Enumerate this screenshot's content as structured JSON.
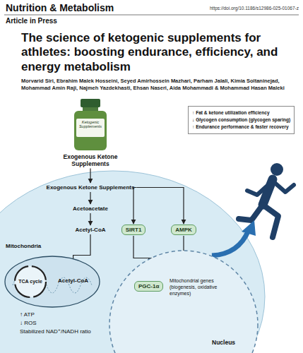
{
  "diagram": {
    "title": "The science of ketogenic supplements for athletes: boosting endurance, efficiency, and energy metabolism",
    "nodes": [
      {
        "text": [
          "Exogenous Ketone Supplements",
          "Ketogenic Supplements"
        ]
      },
      {
        "text": [
          "Exogenous Ketone Supplements"
        ]
      },
      {
        "text": [
          "Acetoacetate"
        ]
      },
      {
        "text": [
          "Acetyl-CoA"
        ]
      },
      {
        "text": [
          "Mitochondria"
        ]
      },
      {
        "text": [
          "TCA cycle"
        ],
        "in": 4
      },
      {
        "text": [
          "Acetyl-CoA"
        ],
        "in": 4
      },
      {
        "text": [
          "SIRT1"
        ]
      },
      {
        "text": [
          "AMPK"
        ]
      },
      {
        "text": [
          "Nucleus"
        ]
      },
      {
        "text": [
          "PGC-1α"
        ],
        "in": 9
      },
      {
        "text": [
          "Mitochondrial genes (biogenesis, oxidative enzymes)"
        ],
        "in": 9
      },
      {
        "text": [
          "↑ Fat & ketone utilization efficiency",
          "↓ Glycogen consumption (glycogen sparing)",
          "↑ Endurance performance & faster recovery"
        ]
      }
    ],
    "edges": [
      {
        "from": 0,
        "to": 1,
        "arrow": "to"
      },
      {
        "from": 1,
        "to": 2,
        "arrow": "to"
      },
      {
        "from": 2,
        "to": 3,
        "arrow": "to"
      },
      {
        "from": 3,
        "to": 6,
        "arrow": "to"
      },
      {
        "from": 1,
        "to": 7,
        "arrow": "to"
      },
      {
        "from": 1,
        "to": 8,
        "arrow": "to"
      },
      {
        "from": 7,
        "to": 10,
        "arrow": "to"
      },
      {
        "from": 8,
        "to": 10,
        "arrow": "to"
      },
      {
        "from": 10,
        "to": 11,
        "arrow": "to"
      }
    ],
    "labels": [
      "Nutrition & Metabolism",
      "https://doi.org/10.1186/s12986-025-01067-z",
      "Article in Press",
      "Morvarid Siri, Ebrahim Malek Hosseini, Seyed Amirhossein Mazhari, Parham Jalali, Kimia Soltaninejad, Mohammad Amin Raji, Najmeh Yazdekhasti, Ehsan Naseri, Aida Mohammadi & Mohammad Hasan Maleki",
      "↑ ATP",
      "↓ ROS",
      "Stabilized NAD⁺/NADH ratio"
    ]
  }
}
